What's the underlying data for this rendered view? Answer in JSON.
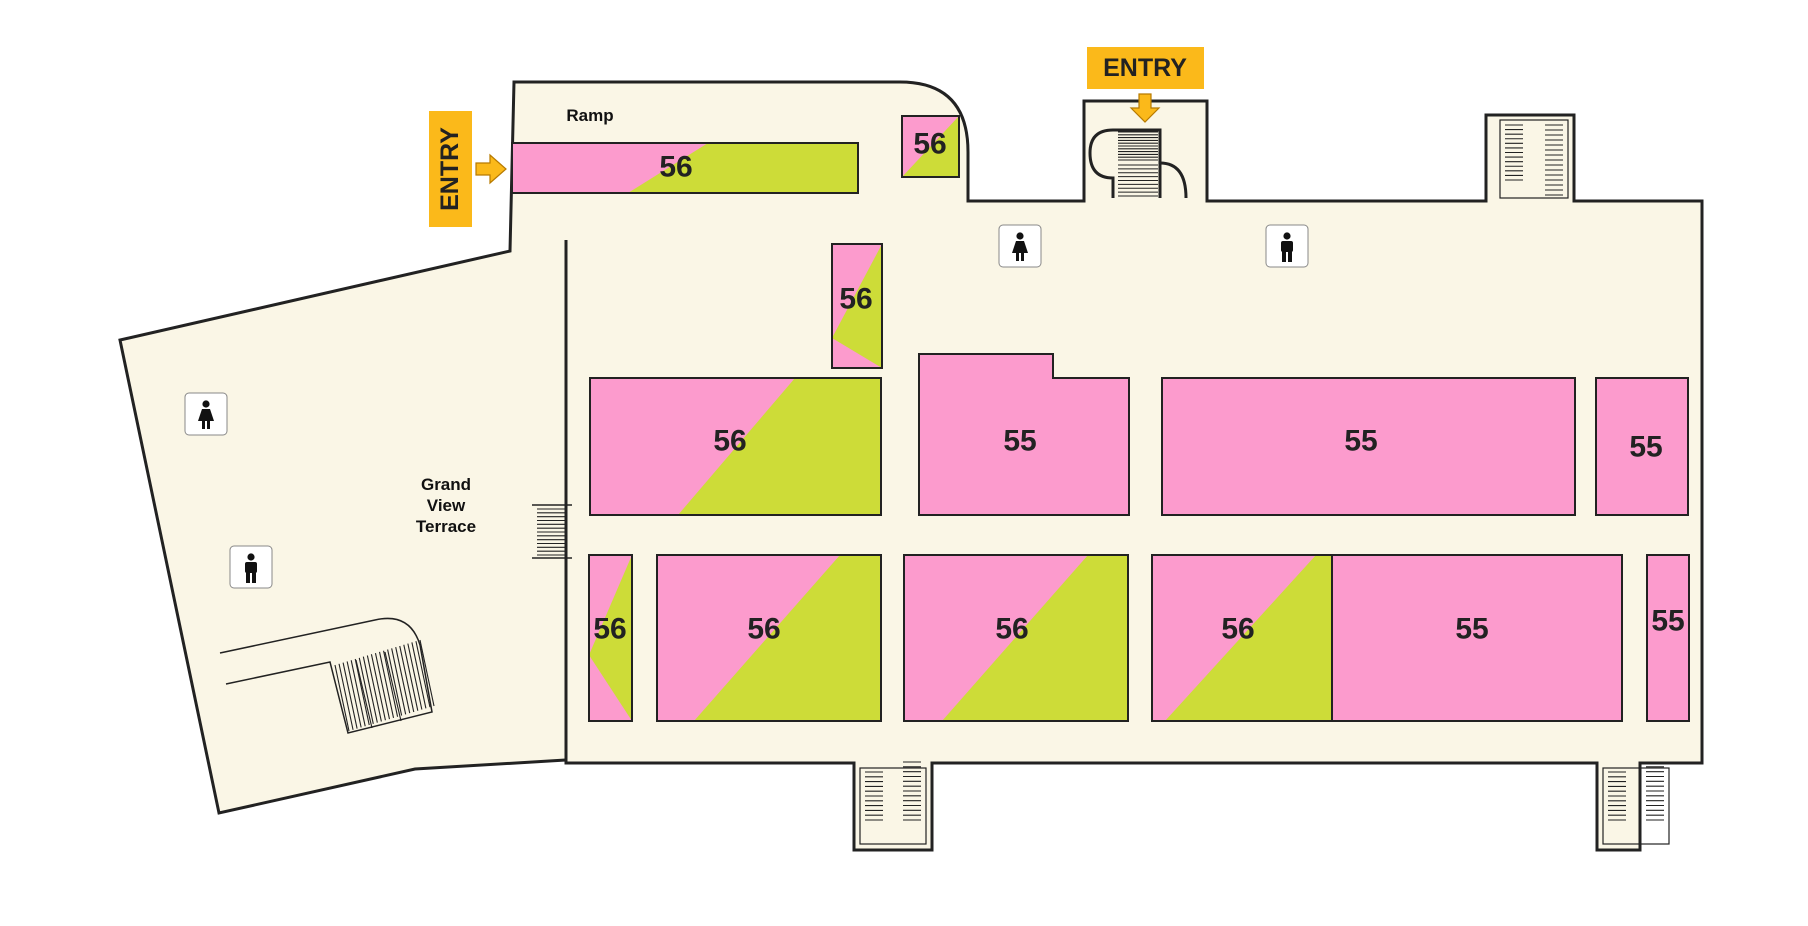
{
  "map": {
    "entries": [
      {
        "label": "ENTRY",
        "direction": "right"
      },
      {
        "label": "ENTRY",
        "direction": "down"
      }
    ],
    "labels": {
      "ramp": "Ramp",
      "terrace": [
        "Grand",
        "View",
        "Terrace"
      ]
    },
    "sections": [
      {
        "number": "56",
        "colors": [
          "pink",
          "green"
        ]
      },
      {
        "number": "56",
        "colors": [
          "pink",
          "green"
        ]
      },
      {
        "number": "56",
        "colors": [
          "pink",
          "green"
        ]
      },
      {
        "number": "56",
        "colors": [
          "pink",
          "green"
        ]
      },
      {
        "number": "55",
        "colors": [
          "pink"
        ]
      },
      {
        "number": "55",
        "colors": [
          "pink"
        ]
      },
      {
        "number": "55",
        "colors": [
          "pink"
        ]
      },
      {
        "number": "56",
        "colors": [
          "pink",
          "green"
        ]
      },
      {
        "number": "56",
        "colors": [
          "pink",
          "green"
        ]
      },
      {
        "number": "56",
        "colors": [
          "pink",
          "green"
        ]
      },
      {
        "number": "56",
        "colors": [
          "pink",
          "green"
        ]
      },
      {
        "number": "55",
        "colors": [
          "pink"
        ]
      },
      {
        "number": "55",
        "colors": [
          "pink"
        ]
      }
    ],
    "restrooms": [
      "female-restroom-icon",
      "male-restroom-icon",
      "female-restroom-icon",
      "male-restroom-icon"
    ],
    "legend_colors": {
      "pink": "#fc9bcd",
      "green": "#cddc38",
      "floor": "#faf6e6",
      "entry": "#fbb91a"
    }
  }
}
